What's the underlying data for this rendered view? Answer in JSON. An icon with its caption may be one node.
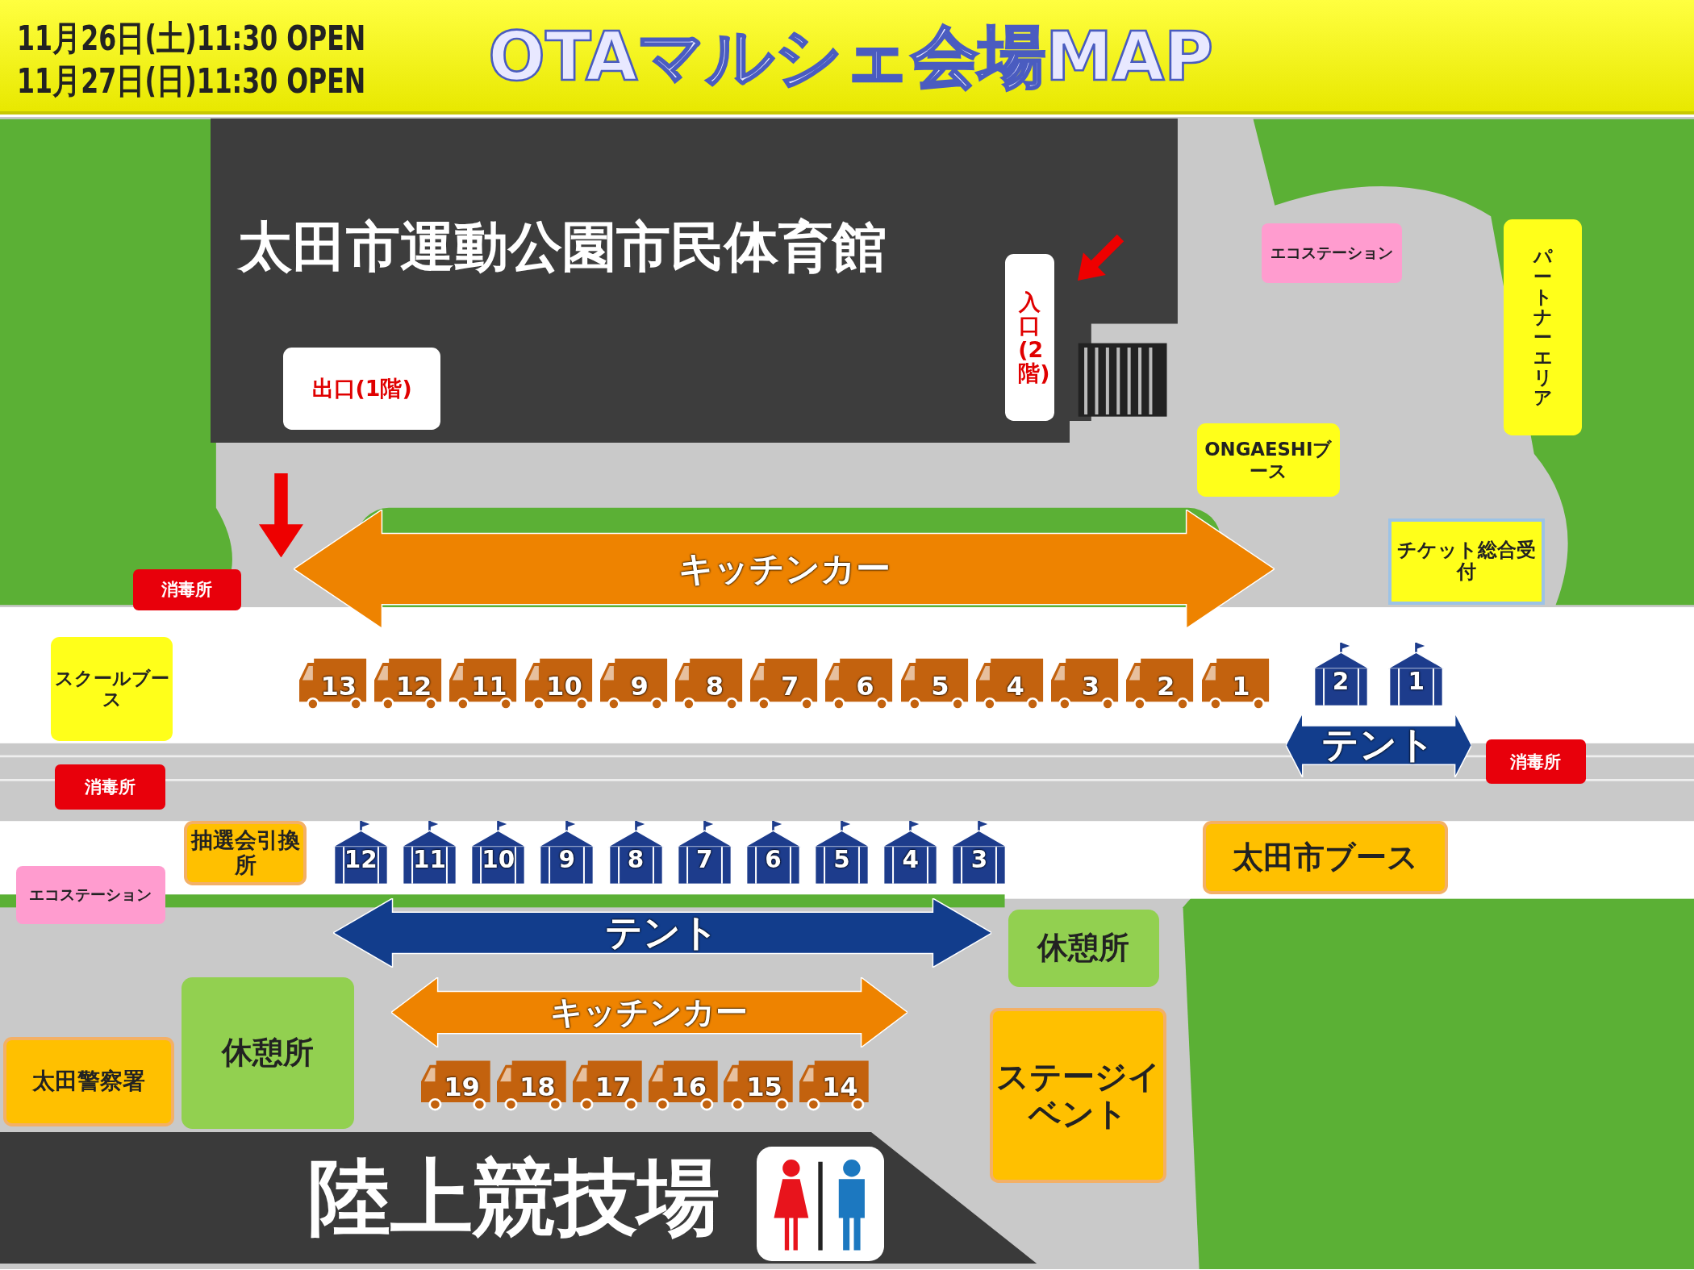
{
  "diagram": {
    "title": "OTAマルシェ会場MAP",
    "nodes": [
      {
        "text": [
          "太田市運動公園市民体育館"
        ]
      },
      {
        "text": [
          "入口(2階)"
        ],
        "in": 0
      },
      {
        "text": [
          "出口(1階)"
        ],
        "in": 0
      },
      {
        "text": [
          "エコステーション"
        ]
      },
      {
        "text": [
          "パートナーエリア"
        ]
      },
      {
        "text": [
          "ONGAESHIブース"
        ]
      },
      {
        "text": [
          "消毒所"
        ]
      },
      {
        "text": [
          "キッチンカー"
        ]
      },
      {
        "text": [
          "チケット総合受付"
        ]
      },
      {
        "text": [
          "スクールブース"
        ]
      },
      {
        "text": [
          "13"
        ]
      },
      {
        "text": [
          "12"
        ]
      },
      {
        "text": [
          "11"
        ]
      },
      {
        "text": [
          "10"
        ]
      },
      {
        "text": [
          "9"
        ]
      },
      {
        "text": [
          "8"
        ]
      },
      {
        "text": [
          "7"
        ]
      },
      {
        "text": [
          "6"
        ]
      },
      {
        "text": [
          "5"
        ]
      },
      {
        "text": [
          "4"
        ]
      },
      {
        "text": [
          "3"
        ]
      },
      {
        "text": [
          "2"
        ]
      },
      {
        "text": [
          "1"
        ]
      },
      {
        "text": [
          "2"
        ]
      },
      {
        "text": [
          "1"
        ]
      },
      {
        "text": [
          "テント"
        ]
      },
      {
        "text": [
          "消毒所"
        ]
      },
      {
        "text": [
          "消毒所"
        ]
      },
      {
        "text": [
          "抽選会引換所"
        ]
      },
      {
        "text": [
          "12"
        ]
      },
      {
        "text": [
          "11"
        ]
      },
      {
        "text": [
          "10"
        ]
      },
      {
        "text": [
          "9"
        ]
      },
      {
        "text": [
          "8"
        ]
      },
      {
        "text": [
          "7"
        ]
      },
      {
        "text": [
          "6"
        ]
      },
      {
        "text": [
          "5"
        ]
      },
      {
        "text": [
          "4"
        ]
      },
      {
        "text": [
          "3"
        ]
      },
      {
        "text": [
          "太田市ブース"
        ]
      },
      {
        "text": [
          "エコステーション"
        ]
      },
      {
        "text": [
          "テント"
        ]
      },
      {
        "text": [
          "休憩所"
        ]
      },
      {
        "text": [
          "休憩所"
        ]
      },
      {
        "text": [
          "キッチンカー"
        ]
      },
      {
        "text": [
          "太田警察署"
        ]
      },
      {
        "text": [
          "19"
        ]
      },
      {
        "text": [
          "18"
        ]
      },
      {
        "text": [
          "17"
        ]
      },
      {
        "text": [
          "16"
        ]
      },
      {
        "text": [
          "15"
        ]
      },
      {
        "text": [
          "14"
        ]
      },
      {
        "text": [
          "ステージイベント"
        ]
      },
      {
        "text": [
          "陸上競技場"
        ]
      }
    ],
    "labels": [
      "11月26日(土)11:30 OPEN",
      "11月27日(日)11:30 OPEN"
    ]
  }
}
